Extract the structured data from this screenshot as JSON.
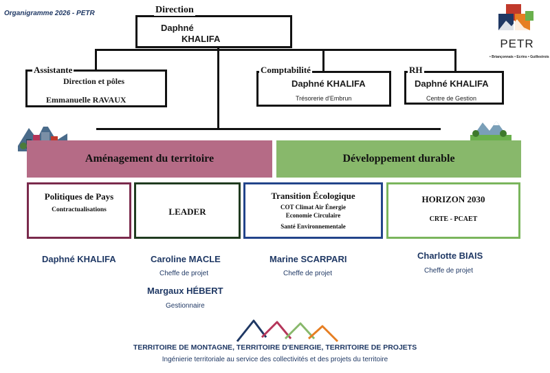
{
  "header": {
    "title": "Organigramme 2026 - PETR"
  },
  "logo": {
    "word": "PETR",
    "tagline": "• Briançonnais • Ecrins • Guillestrois • Queyras",
    "colors": [
      "#c0392b",
      "#1f3864",
      "#e67e22",
      "#6ab04c"
    ]
  },
  "direction": {
    "label": "Direction",
    "name_line1": "Daphné",
    "name_line2": "KHALIFA"
  },
  "assistante": {
    "label": "Assistante",
    "sub": "Direction et pôles",
    "name": "Emmanuelle RAVAUX"
  },
  "comptabilite": {
    "label": "Comptabilité",
    "name": "Daphné KHALIFA",
    "sub": "Trésorerie d'Embrun"
  },
  "rh": {
    "label": "RH",
    "name": "Daphné KHALIFA",
    "sub": "Centre de Gestion"
  },
  "pillars": {
    "amenagement": {
      "label": "Aménagement du territoire",
      "color": "#b56b86"
    },
    "developpement": {
      "label": "Développement durable",
      "color": "#88b86b"
    }
  },
  "themes": {
    "politiques": {
      "title": "Politiques de Pays",
      "sub": "Contractualisations"
    },
    "leader": {
      "title": "LEADER"
    },
    "transition": {
      "title": "Transition Écologique",
      "sub_lines": [
        "COT Climat Air Énergie",
        "Economie Circulaire",
        "Santé Environnementale"
      ]
    },
    "horizon": {
      "title": "HORIZON 2030",
      "sub": "CRTE - PCAET"
    }
  },
  "people": {
    "khalifa": {
      "name": "Daphné KHALIFA"
    },
    "macle": {
      "name": "Caroline MACLE",
      "role": "Cheffe de projet"
    },
    "hebert": {
      "name": "Margaux HÉBERT",
      "role": "Gestionnaire"
    },
    "scarpari": {
      "name": "Marine SCARPARI",
      "role": "Cheffe de projet"
    },
    "biais": {
      "name": "Charlotte BIAIS",
      "role": "Cheffe de projet"
    }
  },
  "footer": {
    "line1": "TERRITOIRE DE MONTAGNE, TERRITOIRE D'ENERGIE, TERRITOIRE DE PROJETS",
    "line2": "Ingénierie territoriale au service des collectivités et des projets du territoire",
    "mountain_colors": [
      "#1f3864",
      "#b5365a",
      "#88b86b",
      "#e67e22"
    ]
  }
}
